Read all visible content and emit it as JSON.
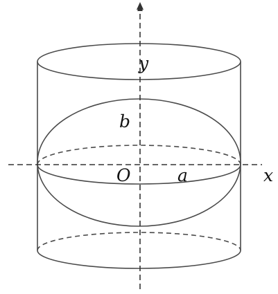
{
  "labels": {
    "y_axis": "y",
    "x_axis": "x",
    "origin": "O",
    "semi_axis_b": "b",
    "semi_axis_a": "a"
  },
  "colors": {
    "line": "#4a4a4a",
    "text": "#111111",
    "background": "#ffffff"
  }
}
